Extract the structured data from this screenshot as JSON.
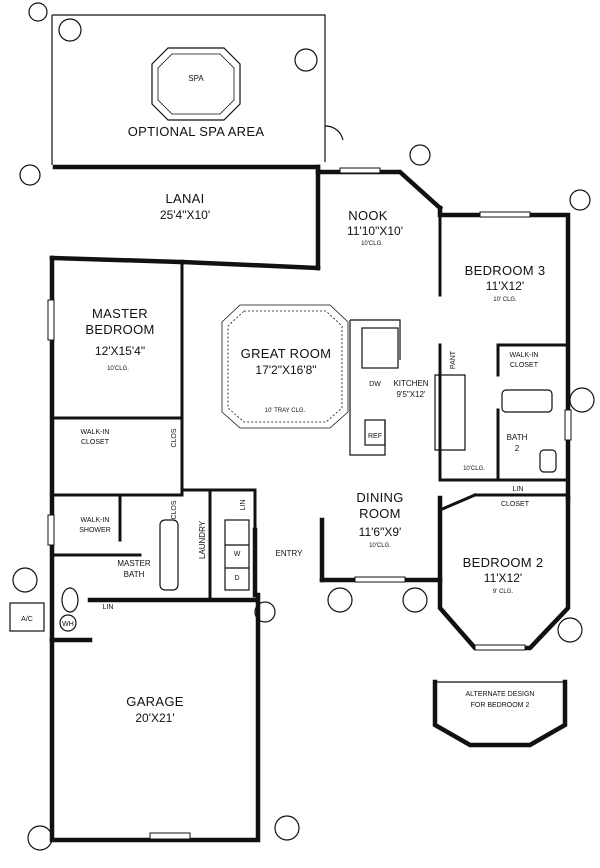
{
  "plan": {
    "spa": {
      "label": "SPA",
      "area_label": "OPTIONAL SPA AREA"
    },
    "lanai": {
      "name": "LANAI",
      "dim": "25'4\"X10'"
    },
    "nook": {
      "name": "NOOK",
      "dim": "11'10\"X10'",
      "ceiling": "10'CLG."
    },
    "bedroom3": {
      "name": "BEDROOM 3",
      "dim": "11'X12'",
      "ceiling": "10' CLG."
    },
    "master_bedroom": {
      "name_line1": "MASTER",
      "name_line2": "BEDROOM",
      "dim": "12'X15'4\"",
      "ceiling": "10'CLG."
    },
    "great_room": {
      "name": "GREAT ROOM",
      "dim": "17'2\"X16'8\"",
      "ceiling": "10' TRAY CLG."
    },
    "kitchen": {
      "name": "KITCHEN",
      "dim": "9'5\"X12'",
      "dw": "DW",
      "ref": "REF",
      "pant": "PANT"
    },
    "walk_in_closet_br3": {
      "line1": "WALK-IN",
      "line2": "CLOSET"
    },
    "walk_in_closet_master": {
      "line1": "WALK-IN",
      "line2": "CLOSET"
    },
    "clos_labels": [
      "CLOS",
      "CLOS"
    ],
    "bath2": {
      "name": "BATH",
      "num": "2",
      "ceiling": "10'CLG."
    },
    "lin_labels": [
      "LIN",
      "LIN",
      "LIN"
    ],
    "closet_label": "CLOSET",
    "dining": {
      "name_line1": "DINING",
      "name_line2": "ROOM",
      "dim": "11'6\"X9'",
      "ceiling": "10'CLG."
    },
    "walk_in_shower": {
      "line1": "WALK-IN",
      "line2": "SHOWER"
    },
    "laundry": {
      "name": "LAUNDRY",
      "w": "W",
      "d": "D"
    },
    "entry": {
      "name": "ENTRY"
    },
    "master_bath": {
      "line1": "MASTER",
      "line2": "BATH"
    },
    "bedroom2": {
      "name": "BEDROOM 2",
      "dim": "11'X12'",
      "ceiling": "9' CLG."
    },
    "ac_label": "A/C",
    "wh_label": "WH",
    "garage": {
      "name": "GARAGE",
      "dim": "20'X21'"
    },
    "alternate": {
      "line1": "ALTERNATE DESIGN",
      "line2": "FOR BEDROOM 2"
    }
  }
}
